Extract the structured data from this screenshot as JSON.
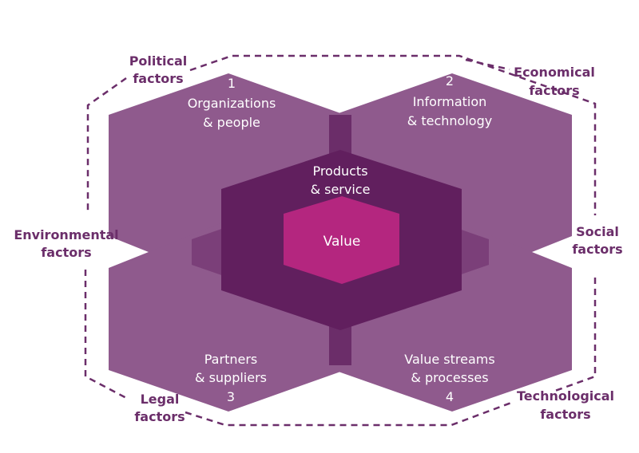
{
  "colors": {
    "outer_hex": "#8f5a8d",
    "overlap": "#7b3f79",
    "connector": "#6b2d69",
    "center_hex": "#611f5e",
    "value_hex": "#b4267f",
    "factor_text": "#6b2e6a",
    "dashed_border": "#6b2e6a"
  },
  "dimensions": [
    {
      "number": "1",
      "line1": "Organizations",
      "line2": "& people"
    },
    {
      "number": "2",
      "line1": "Information",
      "line2": "& technology"
    },
    {
      "number": "3",
      "line1": "Partners",
      "line2": "& suppliers"
    },
    {
      "number": "4",
      "line1": "Value streams",
      "line2": "& processes"
    }
  ],
  "center": {
    "line1": "Products",
    "line2": "& service",
    "value": "Value"
  },
  "factors": {
    "political": {
      "line1": "Political",
      "line2": "factors"
    },
    "economical": {
      "line1": "Economical",
      "line2": "factors"
    },
    "environmental": {
      "line1": "Environmental",
      "line2": "factors"
    },
    "social": {
      "line1": "Social",
      "line2": "factors"
    },
    "legal": {
      "line1": "Legal",
      "line2": "factors"
    },
    "technological": {
      "line1": "Technological",
      "line2": "factors"
    }
  }
}
